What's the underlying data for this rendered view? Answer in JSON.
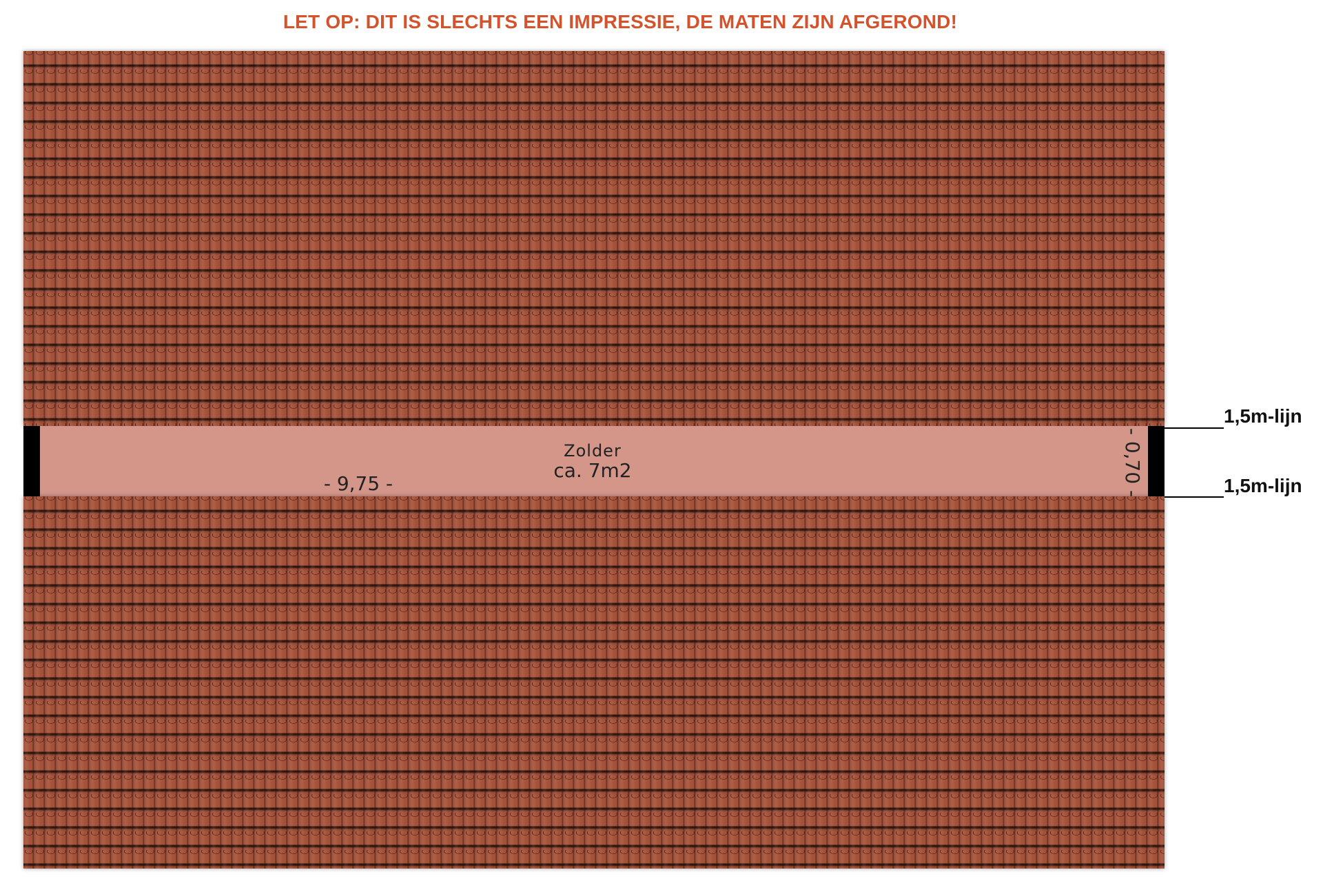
{
  "notice": {
    "text": "LET OP: DIT IS SLECHTS EEN IMPRESSIE, DE MATEN ZIJN AFGEROND!",
    "color": "#d4532c"
  },
  "floorplan": {
    "roof_color": "#a4513a",
    "room_color": "#d49689",
    "wall_color": "#000000",
    "room": {
      "name": "Zolder",
      "area": "ca. 7m2",
      "width_dim": "- 9,75 -",
      "depth_dim": "- 0,70 -"
    },
    "height_lines": {
      "top_label": "1,5m-lijn",
      "bottom_label": "1,5m-lijn"
    }
  }
}
